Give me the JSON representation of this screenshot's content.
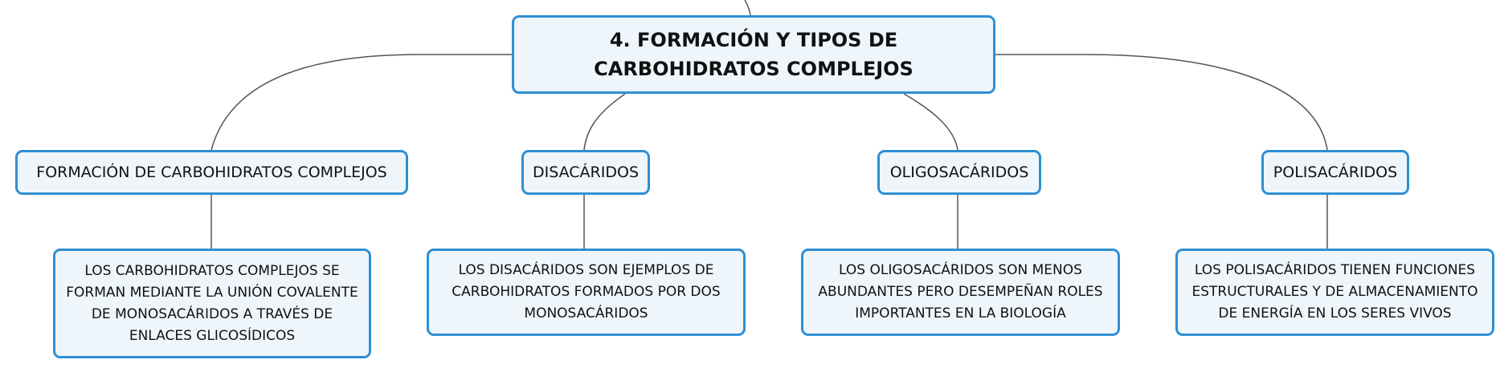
{
  "colors": {
    "node_fill": "#eef6fc",
    "node_border": "#2f8fd3",
    "connector": "#555555",
    "text": "#111111"
  },
  "root": {
    "title": "4. FORMACIÓN Y TIPOS DE CARBOHIDRATOS COMPLEJOS"
  },
  "branches": [
    {
      "label": "FORMACIÓN DE CARBOHIDRATOS COMPLEJOS",
      "detail": "LOS CARBOHIDRATOS COMPLEJOS SE FORMAN MEDIANTE LA UNIÓN COVALENTE DE MONOSACÁRIDOS A TRAVÉS DE ENLACES GLICOSÍDICOS"
    },
    {
      "label": "DISACÁRIDOS",
      "detail": "LOS DISACÁRIDOS SON EJEMPLOS DE CARBOHIDRATOS FORMADOS POR DOS MONOSACÁRIDOS"
    },
    {
      "label": "OLIGOSACÁRIDOS",
      "detail": "LOS OLIGOSACÁRIDOS SON MENOS ABUNDANTES PERO DESEMPEÑAN ROLES IMPORTANTES EN LA BIOLOGÍA"
    },
    {
      "label": "POLISACÁRIDOS",
      "detail": "LOS POLISACÁRIDOS TIENEN FUNCIONES ESTRUCTURALES Y DE ALMACENAMIENTO DE ENERGÍA EN LOS SERES VIVOS"
    }
  ]
}
